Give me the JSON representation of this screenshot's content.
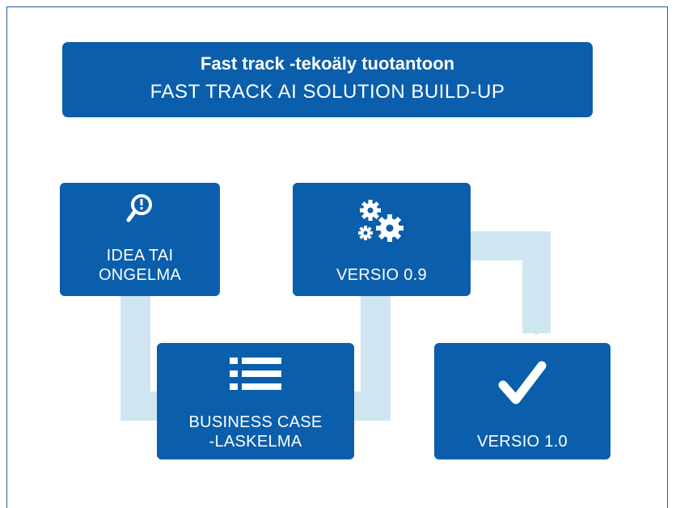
{
  "title": {
    "main": "Fast track -tekoäly tuotantoon",
    "subtitle": "FAST TRACK AI SOLUTION BUILD-UP"
  },
  "steps": [
    {
      "id": "idea",
      "lines": [
        "IDEA TAI",
        "ONGELMA"
      ],
      "icon": "magnifier-exclamation-icon"
    },
    {
      "id": "business-case",
      "lines": [
        "BUSINESS CASE",
        "-LASKELMA"
      ],
      "icon": "list-icon"
    },
    {
      "id": "version-09",
      "lines": [
        "VERSIO 0.9"
      ],
      "icon": "gears-icon"
    },
    {
      "id": "version-10",
      "lines": [
        "VERSIO 1.0"
      ],
      "icon": "checkmark-icon"
    }
  ],
  "colors": {
    "box": "#0b5eab",
    "connector": "#cfe6f1",
    "border": "#1a5fa8"
  }
}
